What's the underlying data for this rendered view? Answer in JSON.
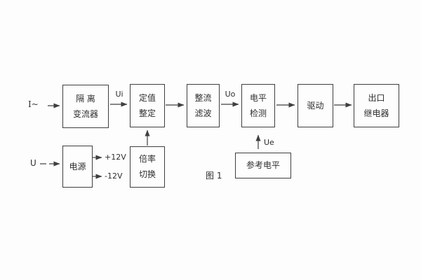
{
  "figure": {
    "caption": "图 1"
  },
  "colors": {
    "line": "#3f3f3f",
    "text": "#2e2e2e",
    "background": "#fdfdfd"
  },
  "blocks": [
    {
      "name": "isolation-converter",
      "lines": [
        "隔 离",
        "变流器"
      ]
    },
    {
      "name": "setting-adjust",
      "lines": [
        "定值",
        "整定"
      ]
    },
    {
      "name": "rectify-filter",
      "lines": [
        "整流",
        "滤波"
      ]
    },
    {
      "name": "level-detect",
      "lines": [
        "电平",
        "检测"
      ]
    },
    {
      "name": "drive",
      "lines": [
        "驱动"
      ]
    },
    {
      "name": "output-relay",
      "lines": [
        "出口",
        "继电器"
      ]
    },
    {
      "name": "power-supply",
      "lines": [
        "电源"
      ]
    },
    {
      "name": "ratio-switch",
      "lines": [
        "倍率",
        "切换"
      ]
    },
    {
      "name": "reference-level",
      "lines": [
        "参考电平"
      ]
    }
  ],
  "labels": {
    "input_current": "I~",
    "input_voltage": "U",
    "signal_ui": "Ui",
    "signal_uo": "Uo",
    "signal_ue": "Ue",
    "rail_positive": "+12V",
    "rail_negative": "-12V"
  }
}
